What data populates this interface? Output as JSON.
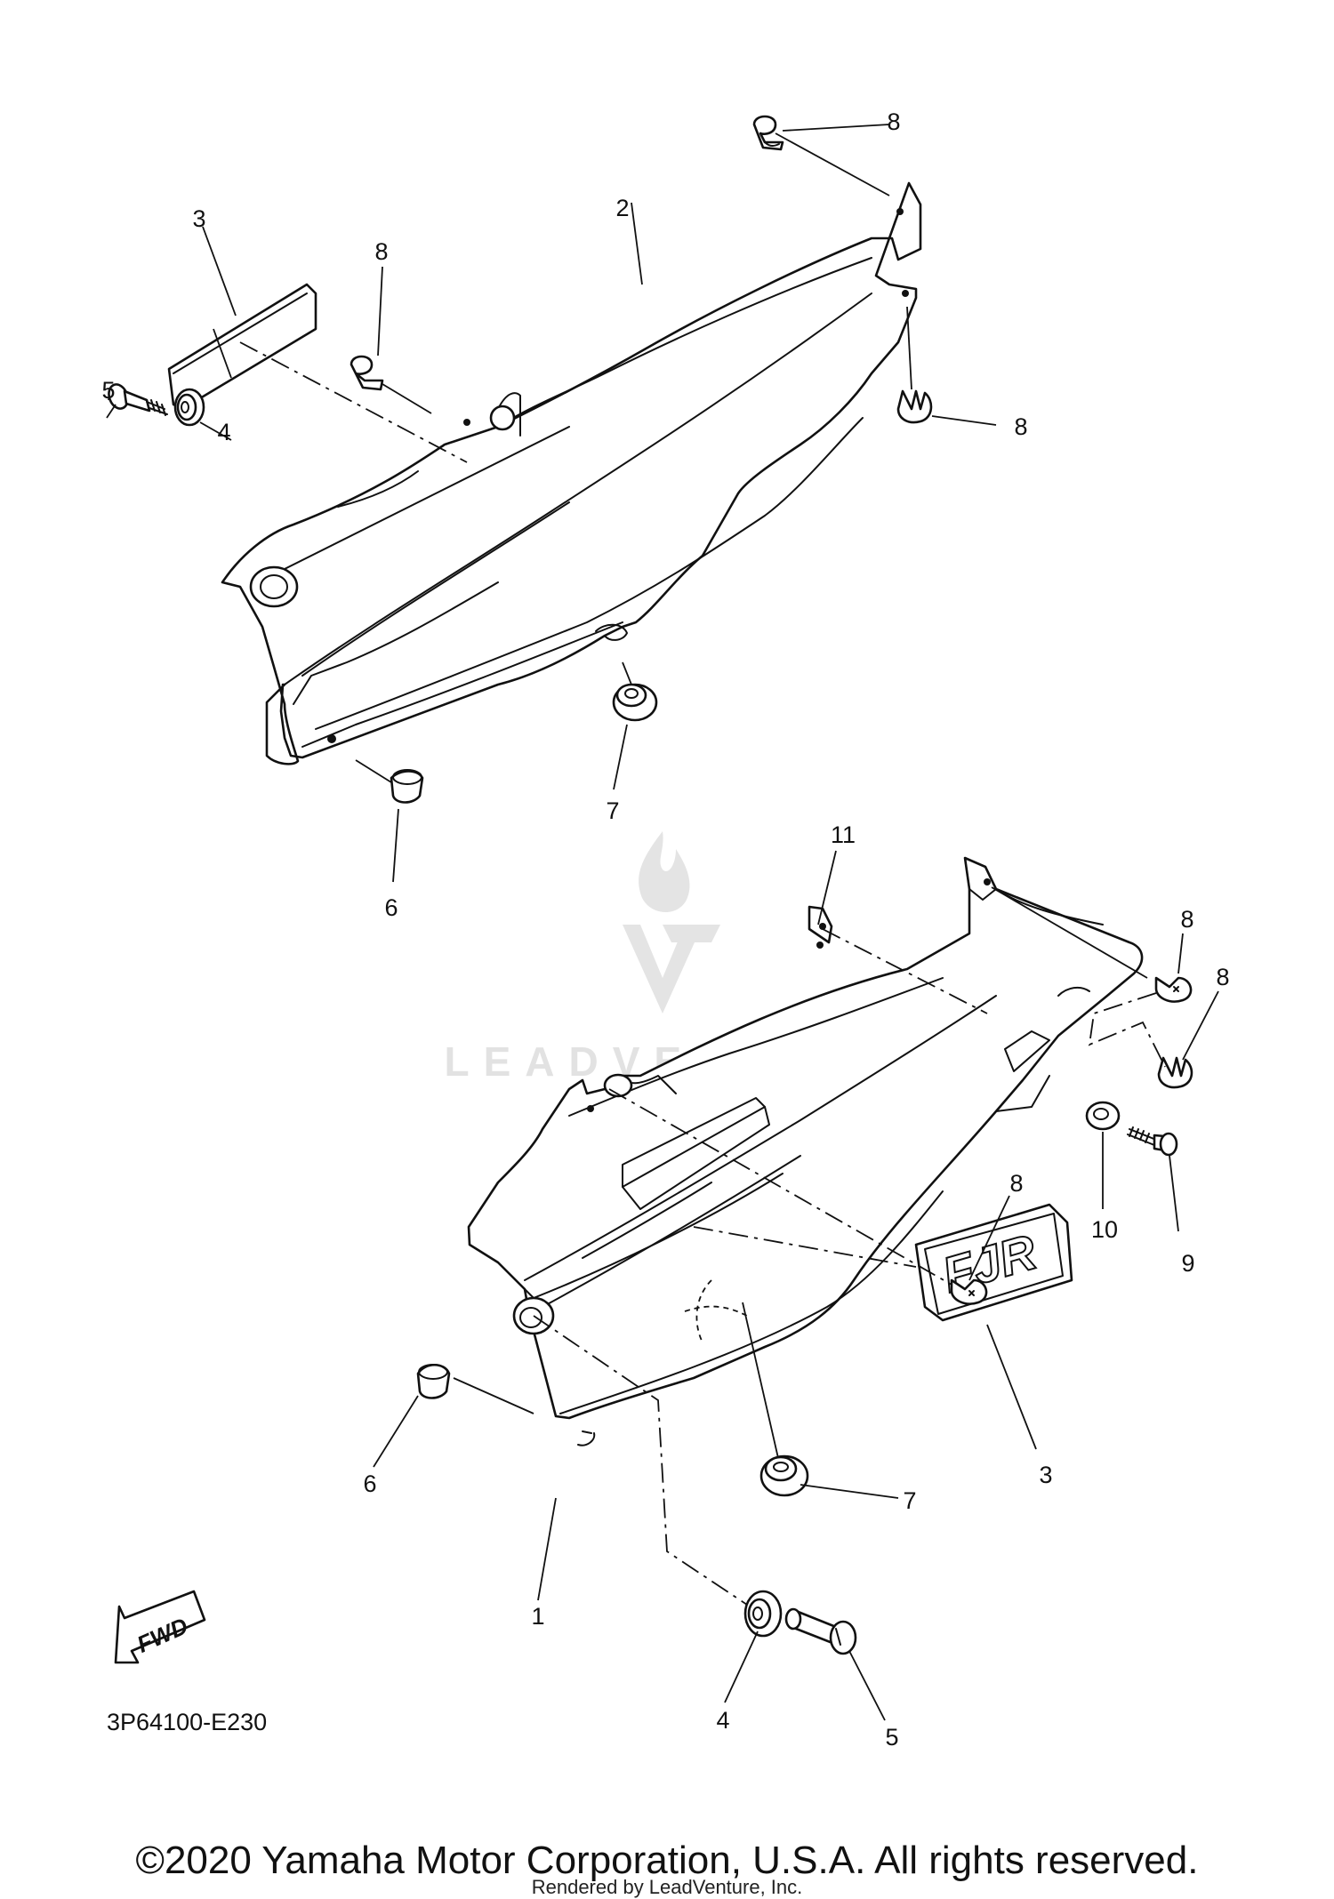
{
  "diagram": {
    "part_code": "3P64100-E230",
    "fwd_label": "FWD",
    "emblem_text": "FJR",
    "watermark_text": "LEADVENTURE"
  },
  "callouts": [
    "8",
    "3",
    "2",
    "8",
    "5",
    "4",
    "8",
    "7",
    "6",
    "11",
    "8",
    "8",
    "10",
    "9",
    "8",
    "3",
    "7",
    "6",
    "1",
    "4",
    "5"
  ],
  "footer": {
    "copyright": "©2020 Yamaha Motor Corporation, U.S.A. All rights reserved.",
    "rendered_by": "Rendered by LeadVenture, Inc."
  }
}
